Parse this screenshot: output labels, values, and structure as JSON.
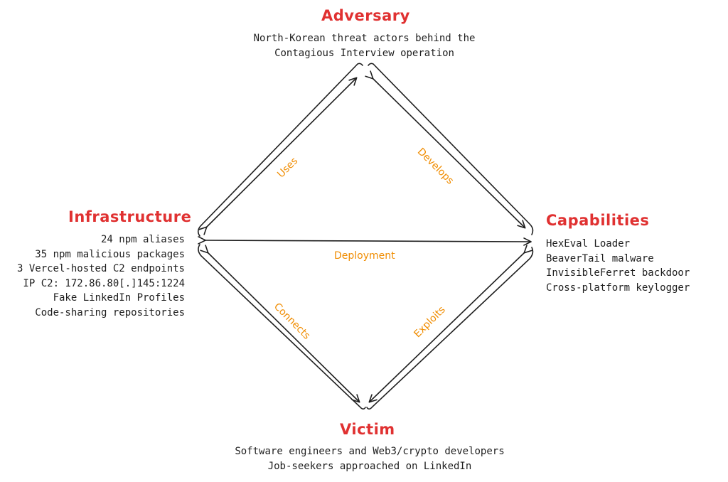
{
  "colors": {
    "node_title": "#e03131",
    "edge_label": "#f08c00",
    "line": "#1e1e1e"
  },
  "nodes": {
    "adversary": {
      "title": "Adversary",
      "lines": [
        "North-Korean threat actors behind the",
        "Contagious Interview operation"
      ]
    },
    "infrastructure": {
      "title": "Infrastructure",
      "lines": [
        "24 npm aliases",
        "35 npm malicious packages",
        "3 Vercel-hosted C2 endpoints",
        "IP C2: 172.86.80[.]145:1224",
        "Fake LinkedIn Profiles",
        "Code-sharing repositories"
      ]
    },
    "capabilities": {
      "title": "Capabilities",
      "lines": [
        "HexEval Loader",
        "BeaverTail malware",
        "InvisibleFerret backdoor",
        "Cross-platform keylogger"
      ]
    },
    "victim": {
      "title": "Victim",
      "lines": [
        "Software engineers and Web3/crypto developers",
        "Job-seekers approached on LinkedIn"
      ]
    }
  },
  "edges": {
    "uses": "Uses",
    "develops": "Develops",
    "deployment": "Deployment",
    "connects": "Connects",
    "exploits": "Exploits"
  }
}
